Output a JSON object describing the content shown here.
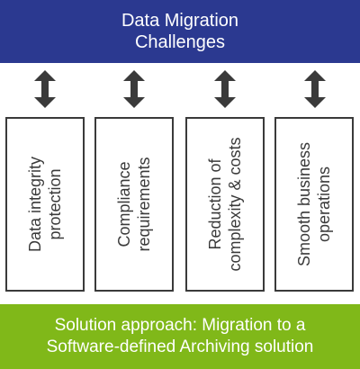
{
  "header": {
    "line1": "Data Migration",
    "line2": "Challenges"
  },
  "challenges": [
    {
      "line1": "Data integrity",
      "line2": "protection"
    },
    {
      "line1": "Compliance",
      "line2": "requirements"
    },
    {
      "line1": "Reduction of",
      "line2": "complexity & costs"
    },
    {
      "line1": "Smooth business",
      "line2": "operations"
    }
  ],
  "footer": {
    "line1": "Solution approach: Migration to a",
    "line2": "Software-defined Archiving solution"
  },
  "colors": {
    "header_bg": "#2b3990",
    "footer_bg": "#80b819",
    "box_border": "#3a3a3a",
    "arrow": "#3a3a3a"
  },
  "icons": {
    "arrow": "double-arrow-vertical-icon"
  }
}
